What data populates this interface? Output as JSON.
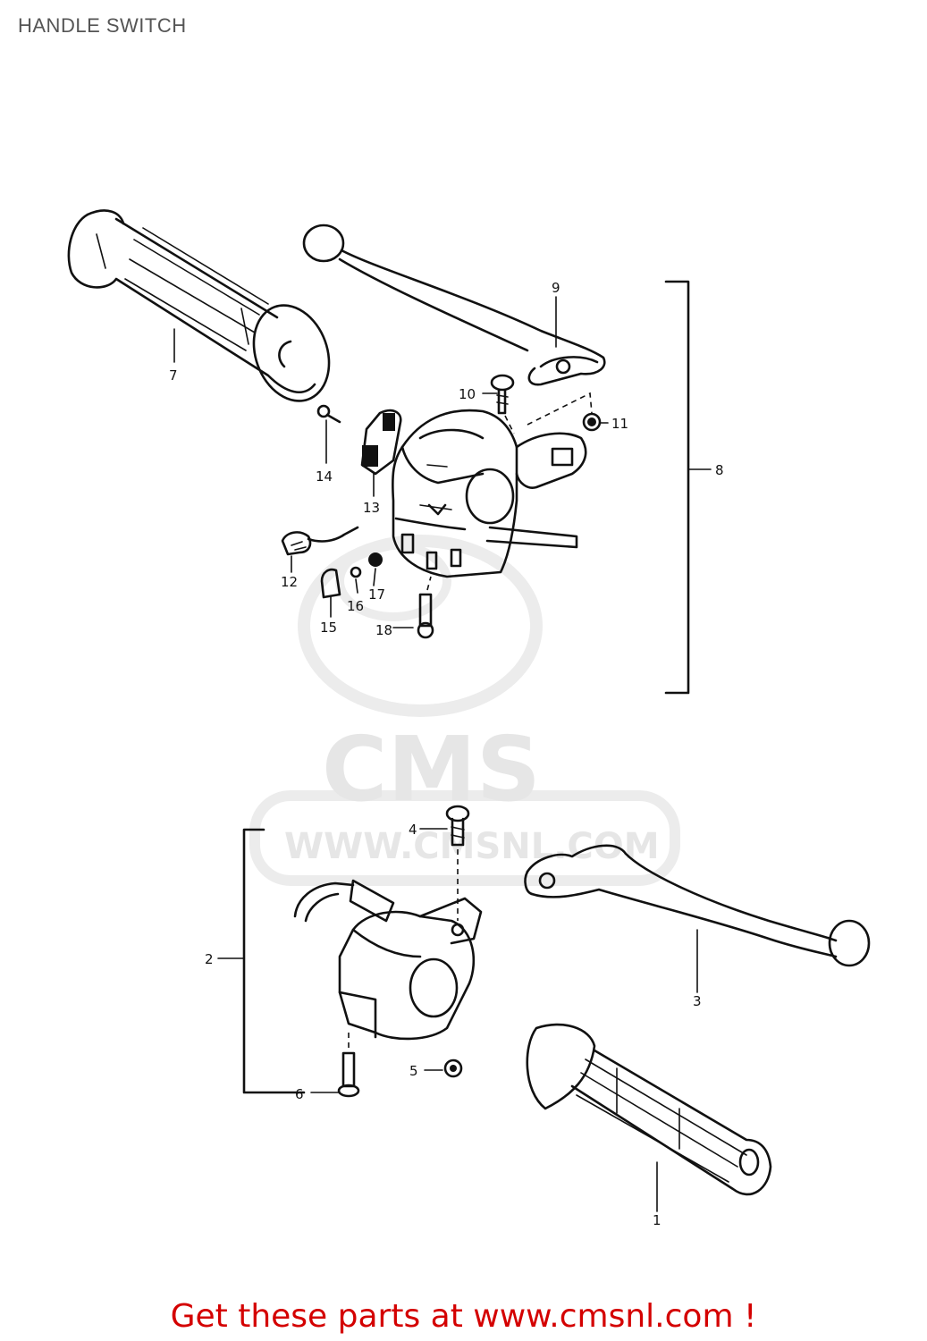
{
  "page": {
    "title": "HANDLE SWITCH",
    "footer_link_text": "Get these parts at www.cmsnl.com !",
    "colors": {
      "title": "#555555",
      "footer_link": "#d40000",
      "watermark": "#e6e6e6",
      "lines": "#111111"
    }
  },
  "watermark": {
    "logo_text": "CMS",
    "url_text": "WWW.CMSNL.COM"
  },
  "callouts": {
    "c1": "1",
    "c2": "2",
    "c3": "3",
    "c4": "4",
    "c5": "5",
    "c6": "6",
    "c7": "7",
    "c8": "8",
    "c9": "9",
    "c10": "10",
    "c11": "11",
    "c12": "12",
    "c13": "13",
    "c14": "14",
    "c15": "15",
    "c16": "16",
    "c17": "17",
    "c18": "18"
  }
}
